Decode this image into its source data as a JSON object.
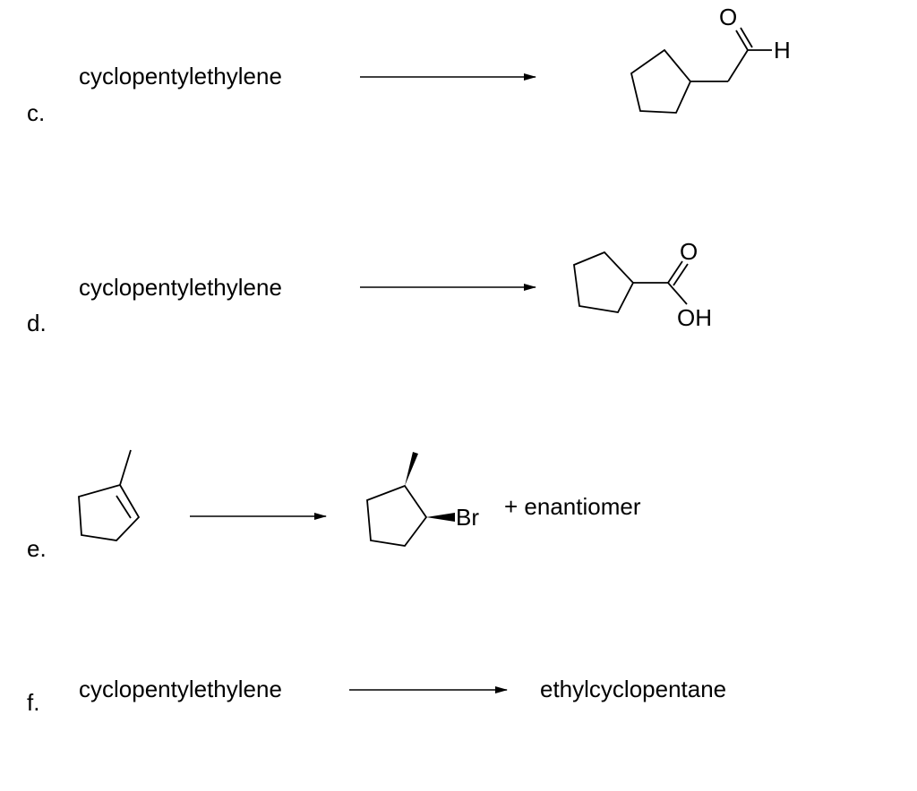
{
  "problems": [
    {
      "letter": "c.",
      "reactant": "cyclopentylethylene",
      "product_atoms": {
        "oxygen": "O",
        "hydrogen": "H"
      }
    },
    {
      "letter": "d.",
      "reactant": "cyclopentylethylene",
      "product_atoms": {
        "oxygen": "O",
        "hydroxyl": "OH"
      }
    },
    {
      "letter": "e.",
      "product_atoms": {
        "bromine": "Br"
      },
      "note": "+ enantiomer"
    },
    {
      "letter": "f.",
      "reactant": "cyclopentylethylene",
      "product": "ethylcyclopentane"
    }
  ]
}
